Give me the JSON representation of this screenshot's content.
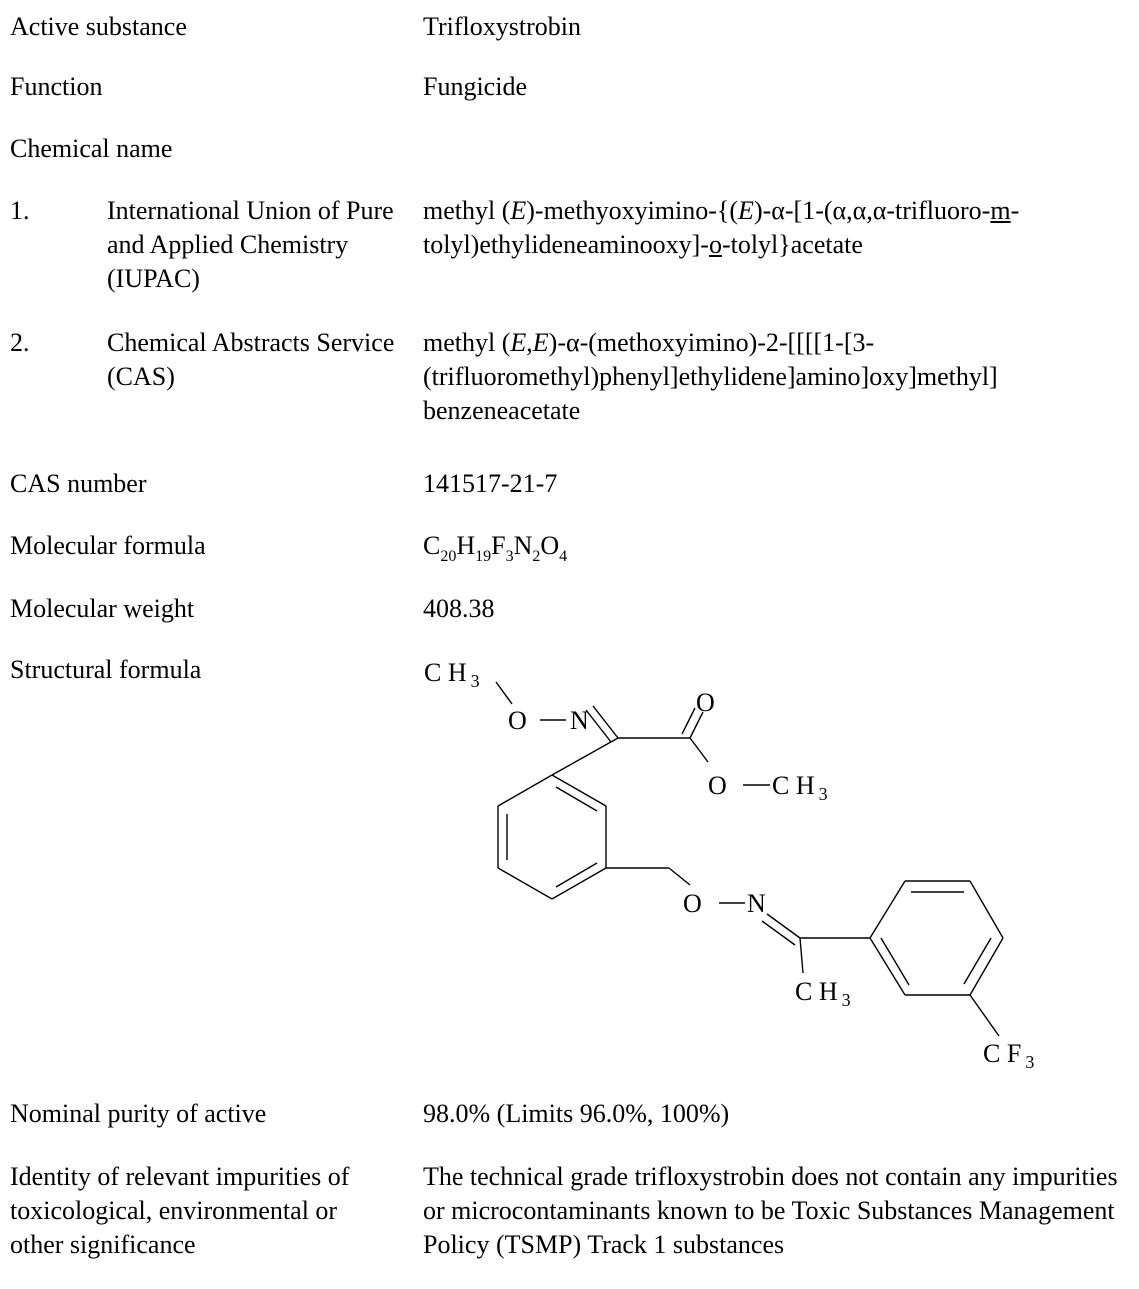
{
  "active_substance": {
    "label": "Active substance",
    "value": "Trifloxystrobin"
  },
  "function": {
    "label": "Function",
    "value": "Fungicide"
  },
  "chemical_name": {
    "label": "Chemical name"
  },
  "iupac": {
    "num": "1.",
    "label": "International Union of Pure and Applied Chemistry (IUPAC)",
    "v1": "methyl (",
    "v2": "E",
    "v3": ")-methyoxyimino-{(",
    "v4": "E",
    "v5": ")-α-[1-(α,α,α-trifluoro-",
    "v6": "m",
    "v7": "-tolyl)ethylideneaminooxy]-",
    "v8": "o",
    "v9": "-tolyl}acetate"
  },
  "cas": {
    "num": "2.",
    "label": "Chemical Abstracts Service (CAS)",
    "v1": "methyl (",
    "v2": "E",
    "v3": ",",
    "v4": "E",
    "v5": ")-α-(methoxyimino)-2-[[[[1-[3-(trifluoromethyl)phenyl]ethylidene]amino]oxy]methyl] benzeneacetate"
  },
  "cas_number": {
    "label": "CAS number",
    "value": "141517-21-7"
  },
  "molecular_formula": {
    "label": "Molecular formula",
    "parts": [
      {
        "t": "C",
        "s": "20"
      },
      {
        "t": "H",
        "s": "19"
      },
      {
        "t": "F",
        "s": "3"
      },
      {
        "t": "N",
        "s": "2"
      },
      {
        "t": "O",
        "s": "4"
      }
    ]
  },
  "molecular_weight": {
    "label": "Molecular weight",
    "value": "408.38"
  },
  "structural_formula": {
    "label": "Structural formula",
    "atoms": {
      "ch3_top": "C H",
      "ch3_top_sub": "3",
      "o1": "O",
      "n1": "N",
      "o_carbonyl": "O",
      "o_ester": "O",
      "ch3_ester": "C H",
      "ch3_ester_sub": "3",
      "o2": "O",
      "n2": "N",
      "ch3_bottom": "C H",
      "ch3_bottom_sub": "3",
      "cf3": "C F",
      "cf3_sub": "3"
    }
  },
  "nominal_purity": {
    "label": "Nominal purity of active",
    "value": "98.0% (Limits 96.0%, 100%)"
  },
  "impurities": {
    "label": "Identity of relevant impurities of toxicological, environmental or other significance",
    "value": "The technical grade trifloxystrobin does not contain any impurities or microcontaminants known to be Toxic Substances Management Policy (TSMP) Track 1 substances"
  }
}
